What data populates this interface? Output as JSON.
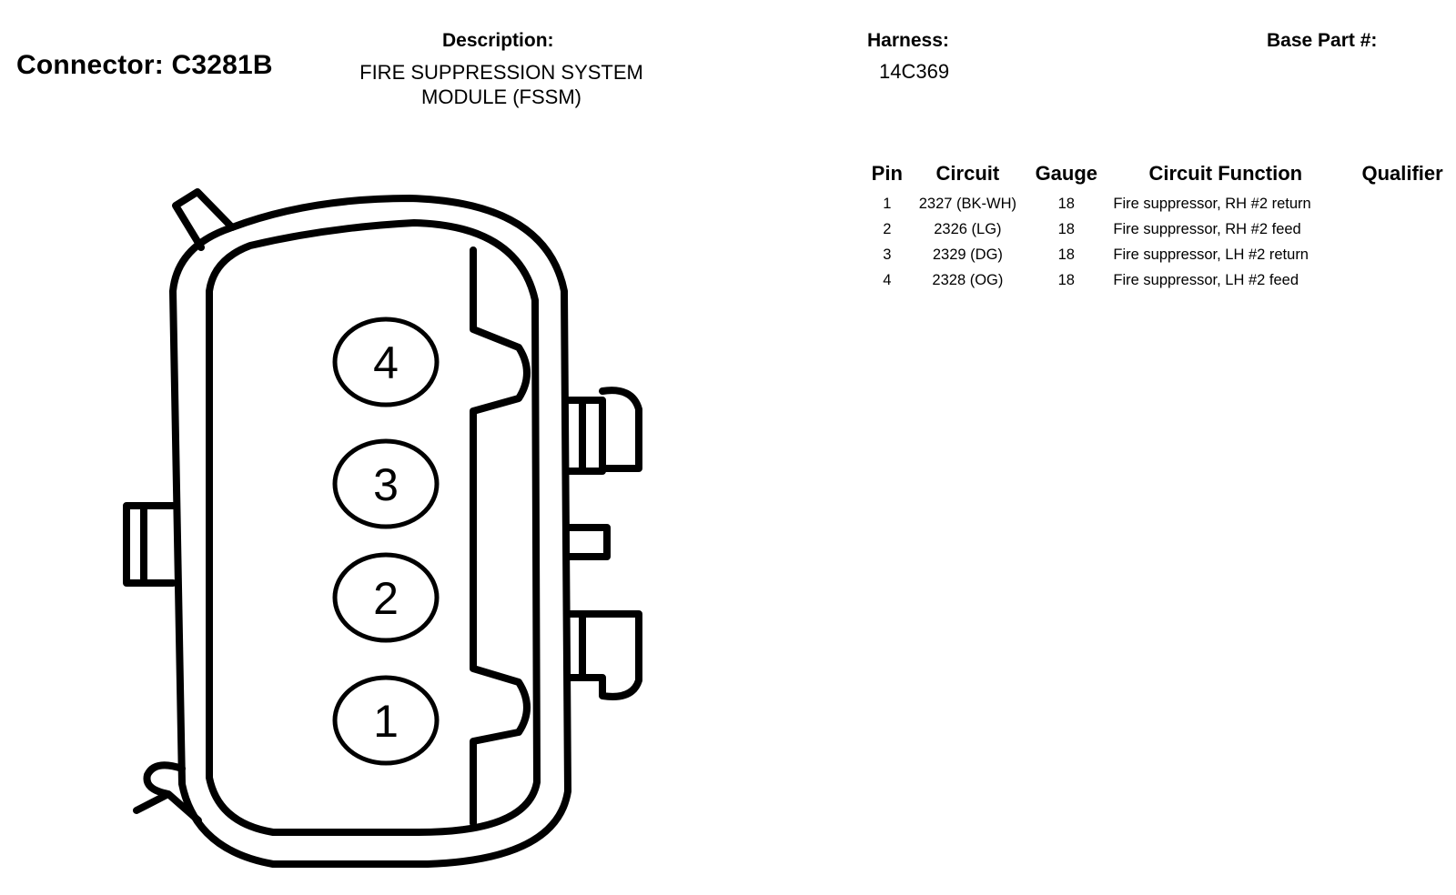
{
  "connector": {
    "title": "Connector: C3281B",
    "description_label": "Description:",
    "description_lines": [
      "FIRE SUPPRESSION SYSTEM",
      "MODULE (FSSM)"
    ],
    "harness_label": "Harness:",
    "harness_value": "14C369",
    "base_part_label": "Base Part #:"
  },
  "table": {
    "headers": [
      "Pin",
      "Circuit",
      "Gauge",
      "Circuit Function",
      "Qualifier"
    ],
    "rows": [
      {
        "pin": "1",
        "circuit": "2327 (BK-WH)",
        "gauge": "18",
        "function": "Fire suppressor, RH #2 return",
        "qualifier": ""
      },
      {
        "pin": "2",
        "circuit": "2326 (LG)",
        "gauge": "18",
        "function": "Fire suppressor, RH #2 feed",
        "qualifier": ""
      },
      {
        "pin": "3",
        "circuit": "2329 (DG)",
        "gauge": "18",
        "function": "Fire suppressor, LH #2 return",
        "qualifier": ""
      },
      {
        "pin": "4",
        "circuit": "2328 (OG)",
        "gauge": "18",
        "function": "Fire suppressor, LH #2 feed",
        "qualifier": ""
      }
    ]
  },
  "diagram": {
    "pin_labels": [
      "4",
      "3",
      "2",
      "1"
    ],
    "stroke_color": "#000000",
    "background_color": "#ffffff"
  }
}
